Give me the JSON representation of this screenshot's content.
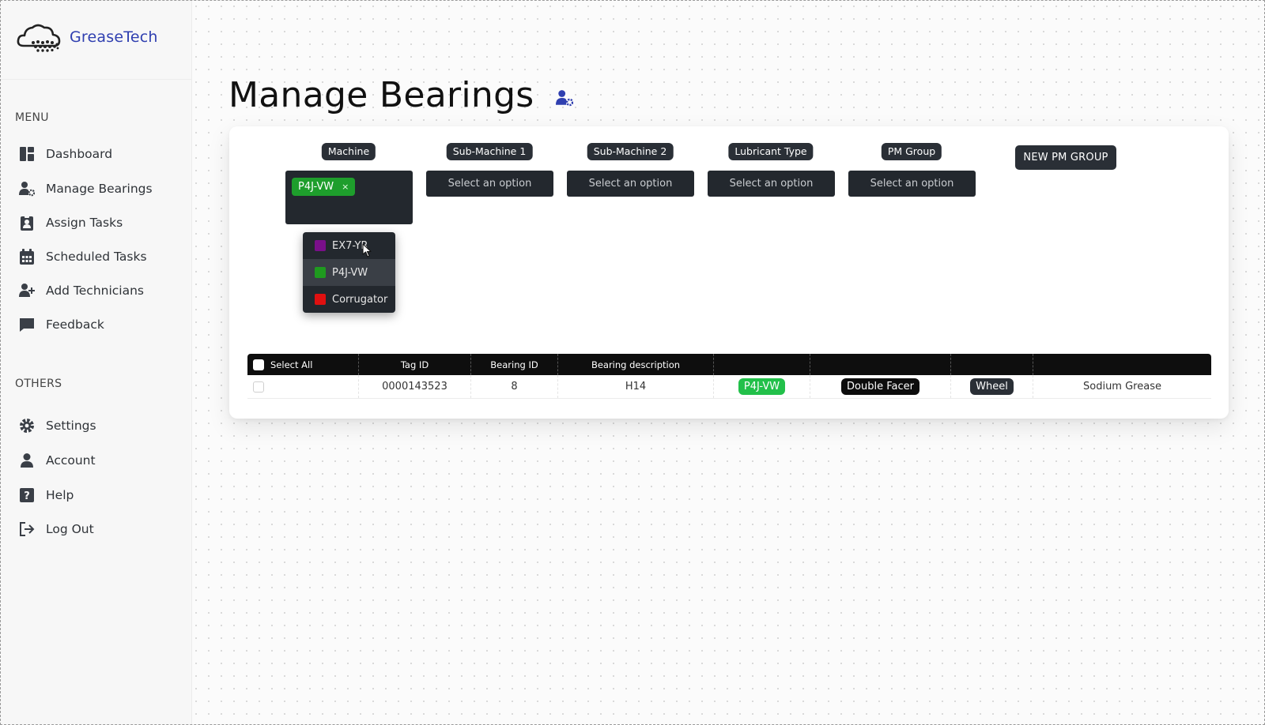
{
  "brand": {
    "name": "GreaseTech"
  },
  "sidebar": {
    "menu_title": "MENU",
    "menu_items": [
      {
        "label": "Dashboard",
        "icon": "dashboard-icon"
      },
      {
        "label": "Manage Bearings",
        "icon": "user-gear-icon"
      },
      {
        "label": "Assign Tasks",
        "icon": "clipboard-user-icon"
      },
      {
        "label": "Scheduled Tasks",
        "icon": "calendar-icon"
      },
      {
        "label": "Add Technicians",
        "icon": "user-plus-icon"
      },
      {
        "label": "Feedback",
        "icon": "message-icon"
      }
    ],
    "others_title": "OTHERS",
    "other_items": [
      {
        "label": "Settings",
        "icon": "gear-icon"
      },
      {
        "label": "Account",
        "icon": "user-icon"
      },
      {
        "label": "Help",
        "icon": "question-icon"
      },
      {
        "label": "Log Out",
        "icon": "logout-icon"
      }
    ]
  },
  "page": {
    "title": "Manage Bearings",
    "title_icon": "user-gear-icon"
  },
  "filters": {
    "machine": {
      "label": "Machine",
      "selected_chip": "P4J-VW",
      "chip_color": "#1e9e2c"
    },
    "sub_machine_1": {
      "label": "Sub-Machine 1",
      "placeholder": "Select an option"
    },
    "sub_machine_2": {
      "label": "Sub-Machine 2",
      "placeholder": "Select an option"
    },
    "lubricant_type": {
      "label": "Lubricant Type",
      "placeholder": "Select an option"
    },
    "pm_group": {
      "label": "PM Group",
      "placeholder": "Select an option"
    },
    "new_pm_group_label": "NEW PM GROUP"
  },
  "machine_dropdown": {
    "options": [
      {
        "label": "EX7-YR",
        "color": "#7a0f8a"
      },
      {
        "label": "P4J-VW",
        "color": "#1f9a1f"
      },
      {
        "label": "Corrugator",
        "color": "#e01010"
      }
    ],
    "highlighted_index": 1
  },
  "table": {
    "headers": {
      "select_all": "Select All",
      "tag_id": "Tag ID",
      "bearing_id": "Bearing ID",
      "bearing_description": "Bearing description",
      "col5": "",
      "col6": "",
      "col7": "",
      "col8": ""
    },
    "rows": [
      {
        "tag_id": "0000143523",
        "bearing_id": "8",
        "bearing_description": "H14",
        "machine": "P4J-VW",
        "sub_machine_1": "Double Facer",
        "sub_machine_2": "Wheel",
        "lubricant": "Sodium Grease"
      }
    ]
  },
  "colors": {
    "accent": "#2f3fb0",
    "machine_badge": "#22c04a",
    "dark": "#23282e"
  }
}
